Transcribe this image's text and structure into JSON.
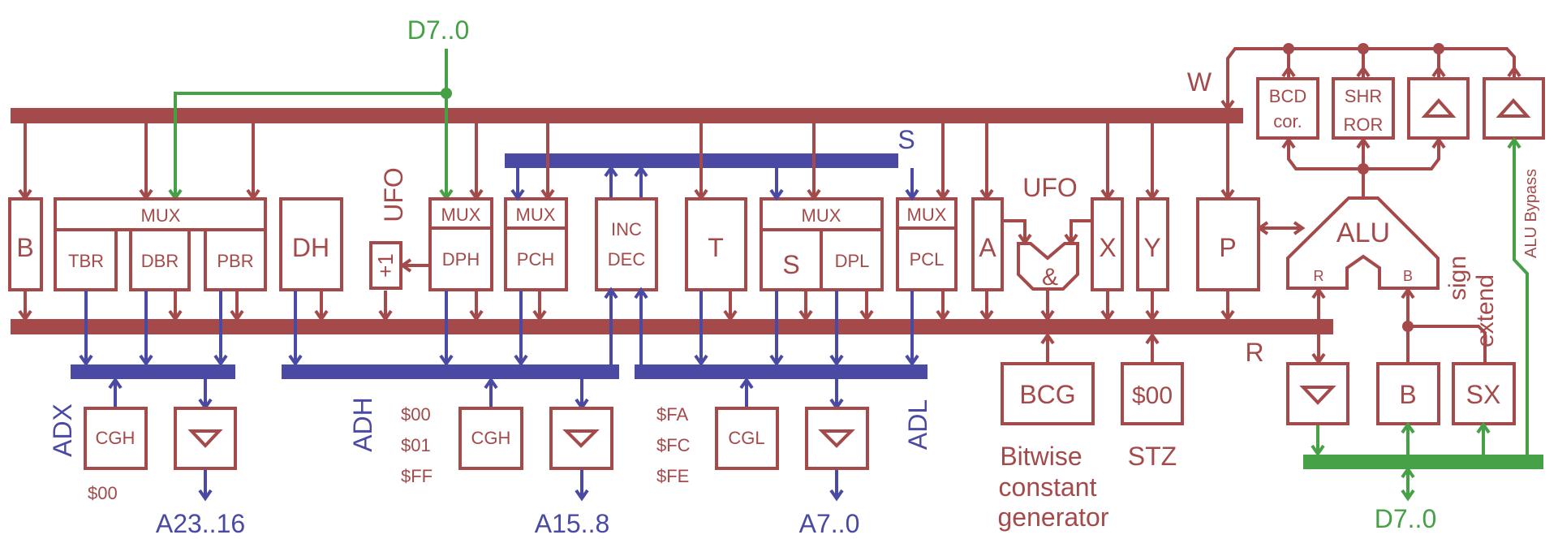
{
  "title": "65C816-style CPU datapath block diagram",
  "colors": {
    "internal_bus": "#a44a4a",
    "address_bus": "#4a4aa4",
    "data_bus": "#46a046"
  },
  "buses": {
    "w": "W",
    "r": "R",
    "s": "S",
    "adx": "ADX",
    "adh": "ADH",
    "adl": "ADL",
    "data_in": "D7..0",
    "data_out": "D7..0"
  },
  "registers": {
    "b": "B",
    "mux": "MUX",
    "tbr": "TBR",
    "dbr": "DBR",
    "pbr": "PBR",
    "dh": "DH",
    "ufo_left": "UFO",
    "plus_one": "+1",
    "dph": "DPH",
    "pch": "PCH",
    "inc": "INC",
    "dec": "DEC",
    "t": "T",
    "s": "S",
    "dpl": "DPL",
    "pcl": "PCL",
    "a": "A",
    "ufo_right": "UFO",
    "and": "&",
    "x": "X",
    "y": "Y",
    "p": "P",
    "alu": "ALU",
    "alu_r": "R",
    "alu_b": "B",
    "bcd1": "BCD",
    "bcd2": "cor.",
    "shr": "SHR",
    "ror": "ROR",
    "b_latch": "B",
    "sx": "SX"
  },
  "generators": {
    "cgh1": "CGH",
    "cgh1_values": [
      "$00"
    ],
    "cgh2": "CGH",
    "cgh2_values": [
      "$00",
      "$01",
      "$FF"
    ],
    "cgl": "CGL",
    "cgl_values": [
      "$FA",
      "$FC",
      "$FE"
    ],
    "bcg": "BCG",
    "bcg_caption": [
      "Bitwise",
      "constant",
      "generator"
    ],
    "stz_box": "$00",
    "stz_caption": "STZ"
  },
  "outputs": {
    "a23_16": "A23..16",
    "a15_8": "A15..8",
    "a7_0": "A7..0"
  },
  "annotations": {
    "sign_extend": [
      "sign",
      "extend"
    ],
    "alu_bypass": "ALU Bypass"
  }
}
